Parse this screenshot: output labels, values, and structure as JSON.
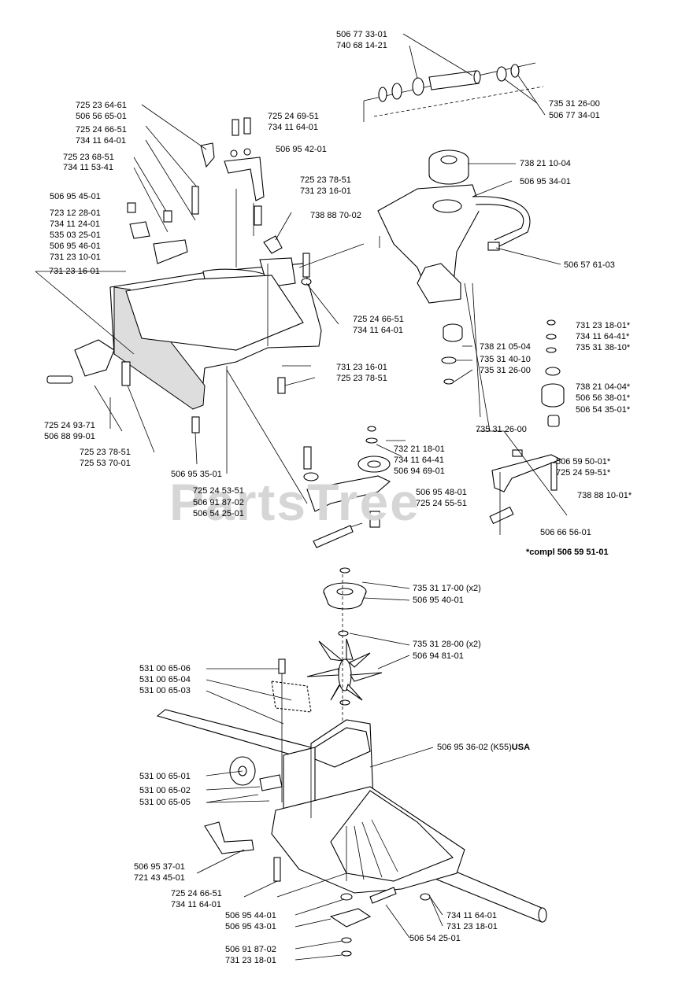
{
  "watermark": "PartsTree",
  "footnote": "*compl 506 59 51-01",
  "labels": {
    "l1": "506 77 33-01",
    "l2": "740 68 14-21",
    "l3": "735 31 26-00",
    "l4": "506 77 34-01",
    "l5": "725 23 64-61",
    "l6": "506 56 65-01",
    "l7": "725 24 66-51",
    "l8": "734 11 64-01",
    "l9": "725 24 69-51",
    "l10": "734 11 64-01",
    "l11": "506 95 42-01",
    "l12": "725 23 68-51",
    "l13": "734 11 53-41",
    "l14": "506 95 45-01",
    "l15": "723 12 28-01",
    "l16": "734 11 24-01",
    "l17": "535 03 25-01",
    "l18": "506 95 46-01",
    "l19": "731 23 10-01",
    "l20": "731 23 16-01",
    "l21": "725 23 78-51",
    "l22": "731 23 16-01",
    "l23": "738 88 70-02",
    "l24": "725 24 66-51",
    "l25": "734 11 64-01",
    "l26": "731 23 16-01",
    "l27": "725 23 78-51",
    "l28": "738 21 10-04",
    "l29": "506 95 34-01",
    "l30": "506 57 61-03",
    "l31": "731 23 18-01*",
    "l32": "734 11 64-41*",
    "l33": "735 31 38-10*",
    "l34": "738 21 05-04",
    "l35": "735 31 40-10",
    "l36": "735 31 26-00",
    "l37": "738 21 04-04*",
    "l38": "506 56 38-01*",
    "l39": "506 54 35-01*",
    "l40": "725 24 93-71",
    "l41": "506 88 99-01",
    "l42": "725 23 78-51",
    "l43": "725 53 70-01",
    "l44": "506 95 35-01",
    "l45": "735 31 26-00",
    "l46": "732 21 18-01",
    "l47": "734 11 64-41",
    "l48": "506 94 69-01",
    "l49": "506 59 50-01*",
    "l50": "725 24 59-51*",
    "l51": "738 88 10-01*",
    "l52": "725 24 53-51",
    "l53": "506 91 87-02",
    "l54": "506 54 25-01",
    "l55": "506 95 48-01",
    "l56": "725 24 55-51",
    "l57": "506 66 56-01",
    "l58": "735 31 17-00 (x2)",
    "l59": "506 95 40-01",
    "l60": "735 31 28-00 (x2)",
    "l61": "506 94 81-01",
    "l62": "531 00 65-06",
    "l63": "531 00 65-04",
    "l64": "531 00 65-03",
    "l65": "506 95 36-02 (K55)",
    "l65b": "USA",
    "l66": "531 00 65-01",
    "l67": "531 00 65-02",
    "l68": "531 00 65-05",
    "l69": "506 95 37-01",
    "l70": "721 43 45-01",
    "l71": "725 24 66-51",
    "l72": "734 11 64-01",
    "l73": "506 95 44-01",
    "l74": "506 95 43-01",
    "l75": "506 91 87-02",
    "l76": "731 23 18-01",
    "l77": "506 54 25-01",
    "l78": "734 11 64-01",
    "l79": "731 23 18-01"
  }
}
